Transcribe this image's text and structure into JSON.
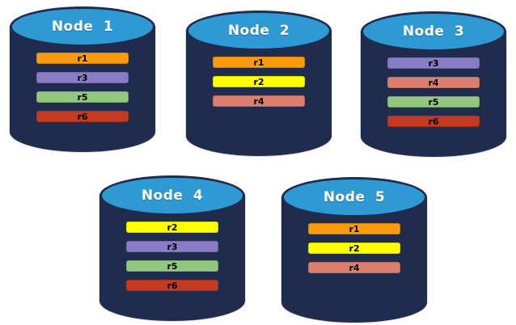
{
  "diagram": {
    "title": "database-nodes-replica-placement",
    "colors": {
      "background": "#ffffff",
      "cylinder_body": "#1F2C4E",
      "cylinder_top": "#2E99D3",
      "cylinder_top_border": "#1F2C4E",
      "node_title_text": "#ffffff",
      "bar_label_text": "#000000"
    },
    "replica_colors": {
      "r1": "#F99B0C",
      "r2": "#FFFF00",
      "r3": "#8A7CC4",
      "r4": "#DC7F6E",
      "r5": "#92C77E",
      "r6": "#C43A21"
    },
    "nodes": [
      {
        "title": "Node 1",
        "replicas": [
          "r1",
          "r3",
          "r5",
          "r6"
        ]
      },
      {
        "title": "Node 2",
        "replicas": [
          "r1",
          "r2",
          "r4"
        ]
      },
      {
        "title": "Node 3",
        "replicas": [
          "r3",
          "r4",
          "r5",
          "r6"
        ]
      },
      {
        "title": "Node 4",
        "replicas": [
          "r2",
          "r3",
          "r5",
          "r6"
        ]
      },
      {
        "title": "Node 5",
        "replicas": [
          "r1",
          "r2",
          "r4"
        ]
      }
    ]
  }
}
